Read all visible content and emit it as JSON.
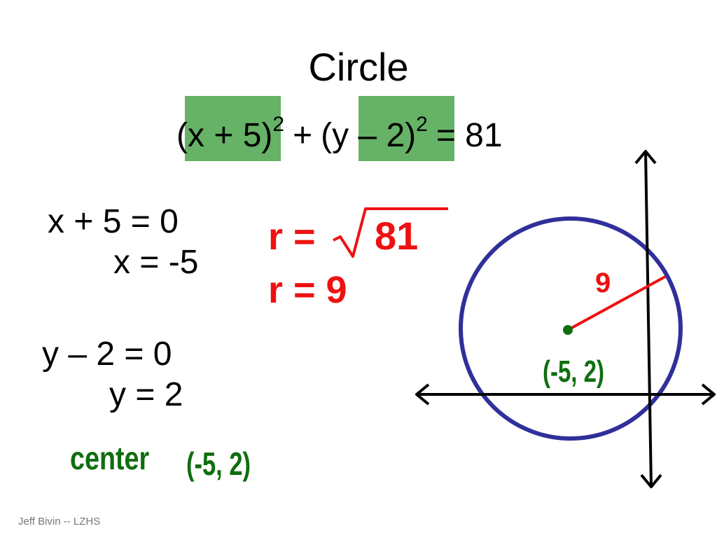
{
  "slide": {
    "title": "Circle",
    "equation": {
      "x_term": "x + 5",
      "y_term": "y – 2",
      "exponent": "2",
      "plus": "+",
      "rhs": "= 81"
    },
    "algebra": {
      "x_step1": "x + 5 = 0",
      "x_step2": "x = -5",
      "y_step1": "y – 2 = 0",
      "y_step2": "y = 2"
    },
    "radius": {
      "line1_prefix": "r =",
      "radicand": "81",
      "line2": "r = 9"
    },
    "center": {
      "label": "center",
      "point": "(-5, 2)"
    },
    "graph": {
      "radius_label": "9",
      "center_label": "(-5, 2)"
    },
    "footer": "Jeff Bivin -- LZHS"
  },
  "colors": {
    "highlight": "#66b266",
    "red": "#ee1111",
    "green": "#0f6e0f",
    "circle": "#2f309a"
  }
}
